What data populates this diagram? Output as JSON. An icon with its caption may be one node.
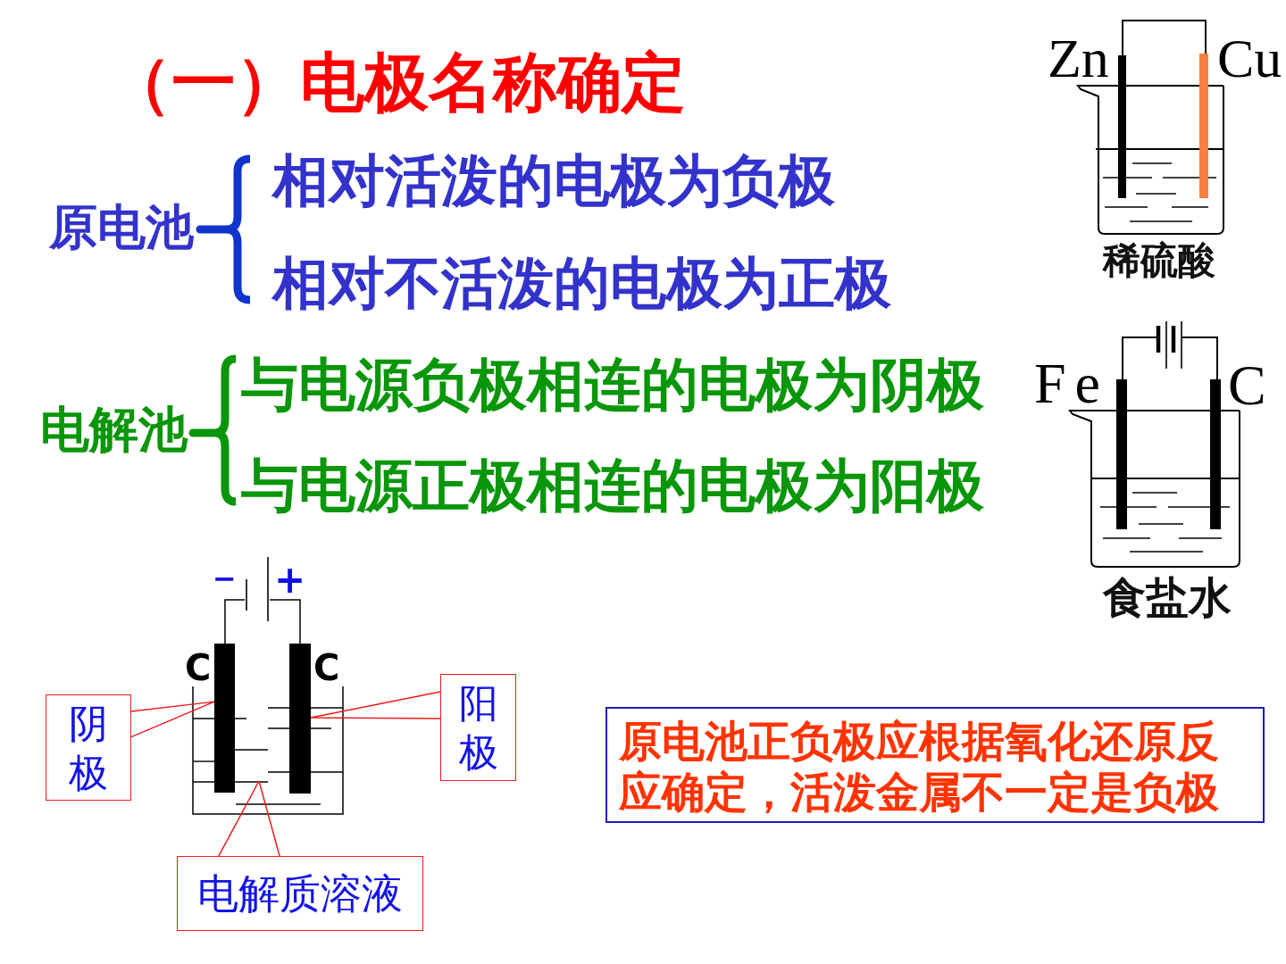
{
  "diagram": {
    "title": "（一）电极名称确定",
    "nodes": [
      {
        "text": [],
        "shape": "battery",
        "beside": [
          "−",
          "+"
        ]
      },
      {
        "text": [
          "阴极"
        ]
      },
      {
        "text": [],
        "shape": "bar",
        "beside": [
          "C"
        ]
      },
      {
        "text": [],
        "shape": "bar",
        "beside": [
          "C"
        ]
      },
      {
        "text": [
          "阳极"
        ]
      },
      {
        "text": [
          "原电池正负极应根据氧化还原反应确定，活泼金属不一定是负极"
        ]
      },
      {
        "text": [
          "电解质溶液"
        ]
      }
    ],
    "edges": [
      {
        "from": 0,
        "to": 2,
        "arrow": "none",
        "color": "#000000"
      },
      {
        "from": 0,
        "to": 3,
        "arrow": "none",
        "color": "#000000"
      },
      {
        "from": 1,
        "to": 2,
        "arrow": "none"
      },
      {
        "from": 4,
        "to": 3,
        "arrow": "none"
      },
      {
        "from": 6,
        "to": null,
        "arrow": "none"
      }
    ],
    "labels": [
      "原电池",
      "相对活泼的电极为负极",
      "相对不活泼的电极为正极",
      "电解池",
      "与电源负极相连的电极为阴极",
      "与电源正极相连的电极为阳极",
      "Zn",
      "Cu",
      "稀硫酸",
      "Fe",
      "C",
      "食盐水"
    ]
  }
}
